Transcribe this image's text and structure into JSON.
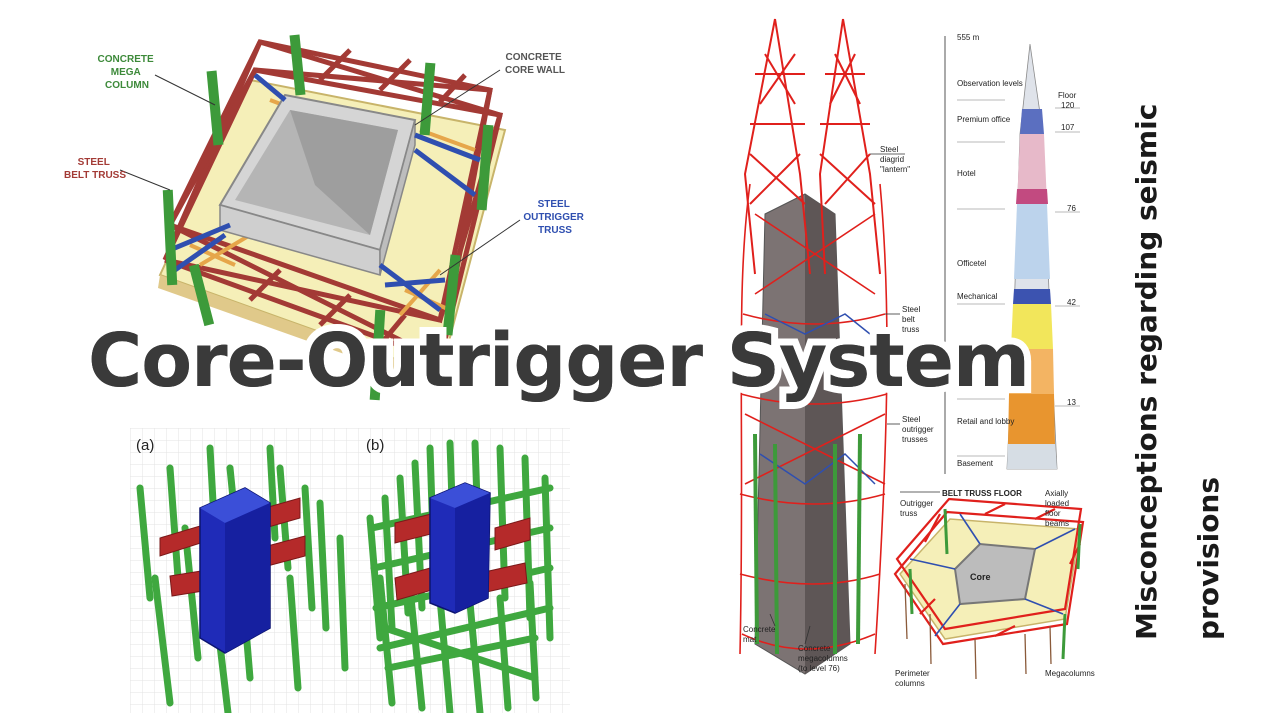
{
  "headline": "Core-Outrigger System",
  "subtitle": {
    "line1": "Misconceptions regarding seismic",
    "line2": "provisions"
  },
  "panel_tl": {
    "labels": {
      "mega_column": [
        "CONCRETE",
        "MEGA",
        "COLUMN"
      ],
      "core_wall": [
        "CONCRETE",
        "CORE WALL"
      ],
      "belt_truss": [
        "STEEL",
        "BELT TRUSS"
      ],
      "outrigger": [
        "STEEL",
        "OUTRIGGER",
        "TRUSS"
      ]
    }
  },
  "panel_bl": {
    "label_a": "(a)",
    "label_b": "(b)"
  },
  "panel_right": {
    "height": "555 m",
    "floor_header": "Floor",
    "floors": [
      "120",
      "107",
      "76",
      "42",
      "13"
    ],
    "zones": [
      "Observation levels",
      "Premium office",
      "Hotel",
      "Officetel",
      "Mechanical",
      "Retail and lobby",
      "Basement"
    ],
    "callouts": {
      "lantern": [
        "Steel",
        "diagrid",
        "\"lantern\""
      ],
      "belt": [
        "Steel",
        "belt",
        "truss"
      ],
      "perimeter": "Perimeter columns",
      "core": "Core",
      "outrigger": [
        "Steel",
        "outrigger",
        "trusses"
      ],
      "belt_floor": "BELT TRUSS FLOOR",
      "outrigger_truss": [
        "Outrigger",
        "truss"
      ],
      "floor_beams": [
        "Axially",
        "loaded",
        "floor",
        "beams"
      ],
      "core_inset": "Core",
      "mat": [
        "Concrete",
        "mat"
      ],
      "megacolumns": [
        "Concrete",
        "megacolumns",
        "(to level 76)"
      ],
      "perimeter_columns": [
        "Perimeter",
        "columns"
      ],
      "megacolumns_inset": "Megacolumns"
    }
  },
  "colors": {
    "concrete_green": "#3d9a3a",
    "belt_red": "#a33a35",
    "outrigger_blue": "#2f4fb0",
    "slab_yellow": "#f5efb8",
    "core_grey": "#c9c9c9",
    "lantern_red": "#e0201c"
  }
}
